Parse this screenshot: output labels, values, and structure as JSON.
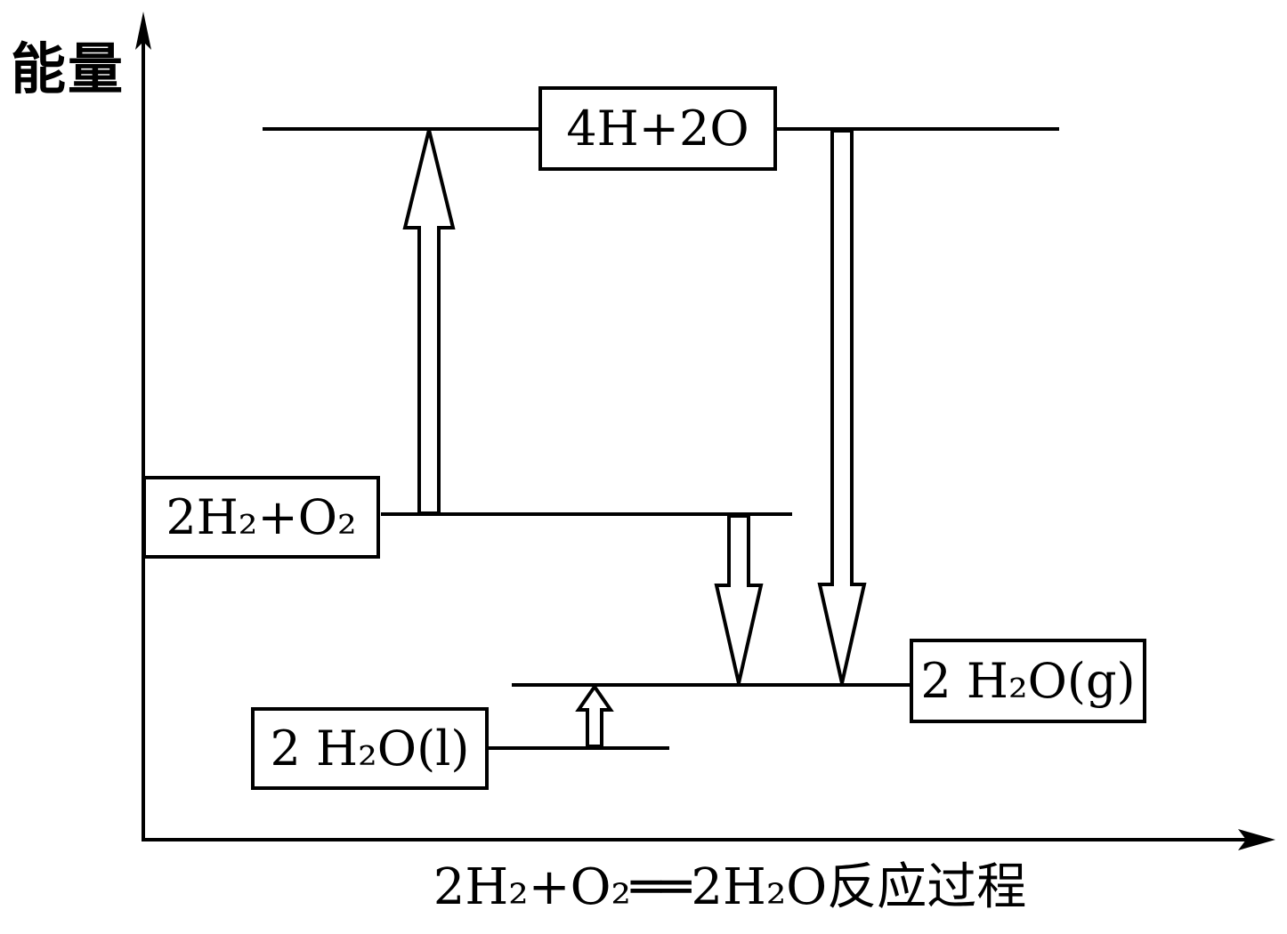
{
  "diagram": {
    "title_context": "energy-profile-diagram",
    "y_axis_label": "能量",
    "x_axis_label": "2H₂+O₂══2H₂O反应过程",
    "levels": [
      {
        "id": "atoms",
        "label": "4H+2O"
      },
      {
        "id": "reactants",
        "label": "2H₂+O₂"
      },
      {
        "id": "water-gas",
        "label": "2 H₂O(g)"
      },
      {
        "id": "water-liquid",
        "label": "2 H₂O(l)"
      }
    ],
    "arrows": [
      {
        "id": "up-large",
        "direction": "up",
        "from": "2H₂+O₂",
        "to": "4H+2O"
      },
      {
        "id": "down-mid-to-gas",
        "direction": "down",
        "from": "2H₂+O₂",
        "to": "2 H₂O(g)"
      },
      {
        "id": "down-top-to-gas",
        "direction": "down",
        "from": "4H+2O",
        "to": "2 H₂O(g)"
      },
      {
        "id": "up-liquid-to-gas",
        "direction": "up",
        "from": "2 H₂O(l)",
        "to": "2 H₂O(g)"
      }
    ],
    "colors": {
      "line": "#000000",
      "background": "#ffffff"
    }
  }
}
